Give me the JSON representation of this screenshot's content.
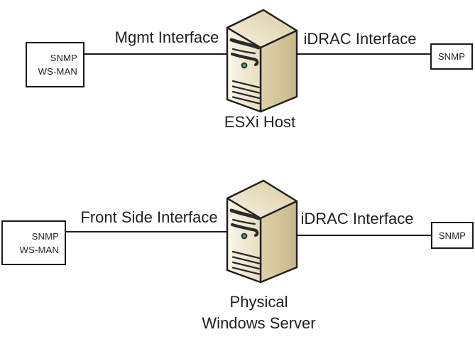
{
  "theme": {
    "--bg": "#ffffff",
    "--ink": "#1f1f1f",
    "--line": "#1a1a1a",
    "--outline": "#1f1f1f",
    "--detail": "#2b2b2b",
    "--power": "#4aa878",
    "--front-light": "#f9f5e8",
    "--front-dark": "#e7dec0",
    "--side-light": "#ddd1ab",
    "--side-dark": "#c8b98b",
    "--top-light": "#f8f3e3",
    "--top-dark": "#d8cba0"
  },
  "top_diagram": {
    "left_node": {
      "line1": "SNMP",
      "line2": "WS-MAN"
    },
    "left_link_label": "Mgmt Interface",
    "server_label": "ESXi Host",
    "right_link_label": "iDRAC Interface",
    "right_node": {
      "label": "SNMP"
    }
  },
  "bottom_diagram": {
    "left_node": {
      "line1": "SNMP",
      "line2": "WS-MAN"
    },
    "left_link_label": "Front Side Interface",
    "server_label_line1": "Physical",
    "server_label_line2": "Windows Server",
    "right_link_label": "iDRAC Interface",
    "right_node": {
      "label": "SNMP"
    }
  }
}
